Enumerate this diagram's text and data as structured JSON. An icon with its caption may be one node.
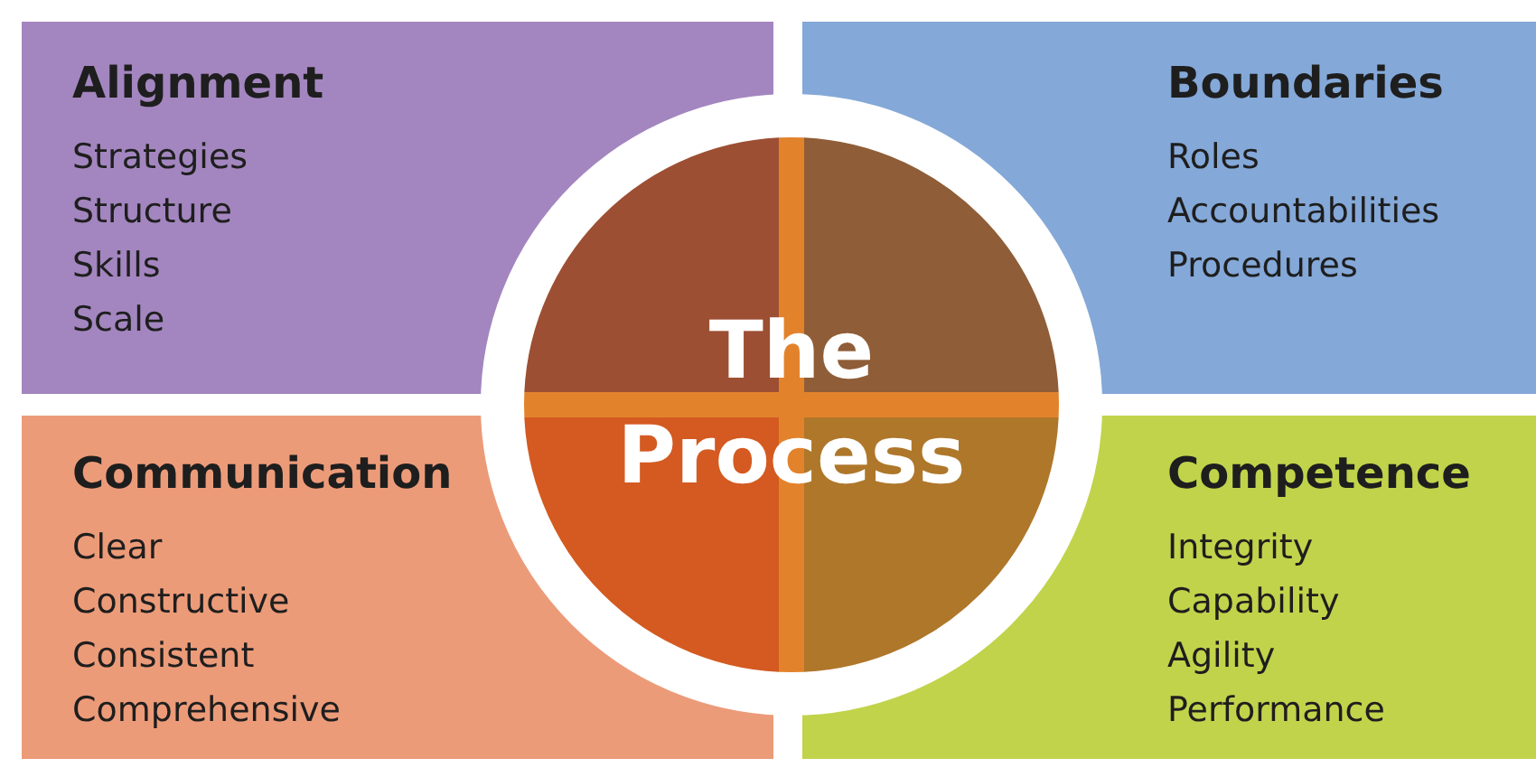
{
  "diagram": {
    "nodes": [
      {
        "text": [
          "Alignment",
          "Strategies",
          "Structure",
          "Skills",
          "Scale"
        ]
      },
      {
        "text": [
          "Boundaries",
          "Roles",
          "Accountabilities",
          "Procedures"
        ]
      },
      {
        "text": [
          "Communication",
          "Clear",
          "Constructive",
          "Consistent",
          "Comprehensive"
        ]
      },
      {
        "text": [
          "Competence",
          "Integrity",
          "Capability",
          "Agility",
          "Performance"
        ]
      },
      {
        "text": [
          "The Process"
        ]
      }
    ]
  }
}
